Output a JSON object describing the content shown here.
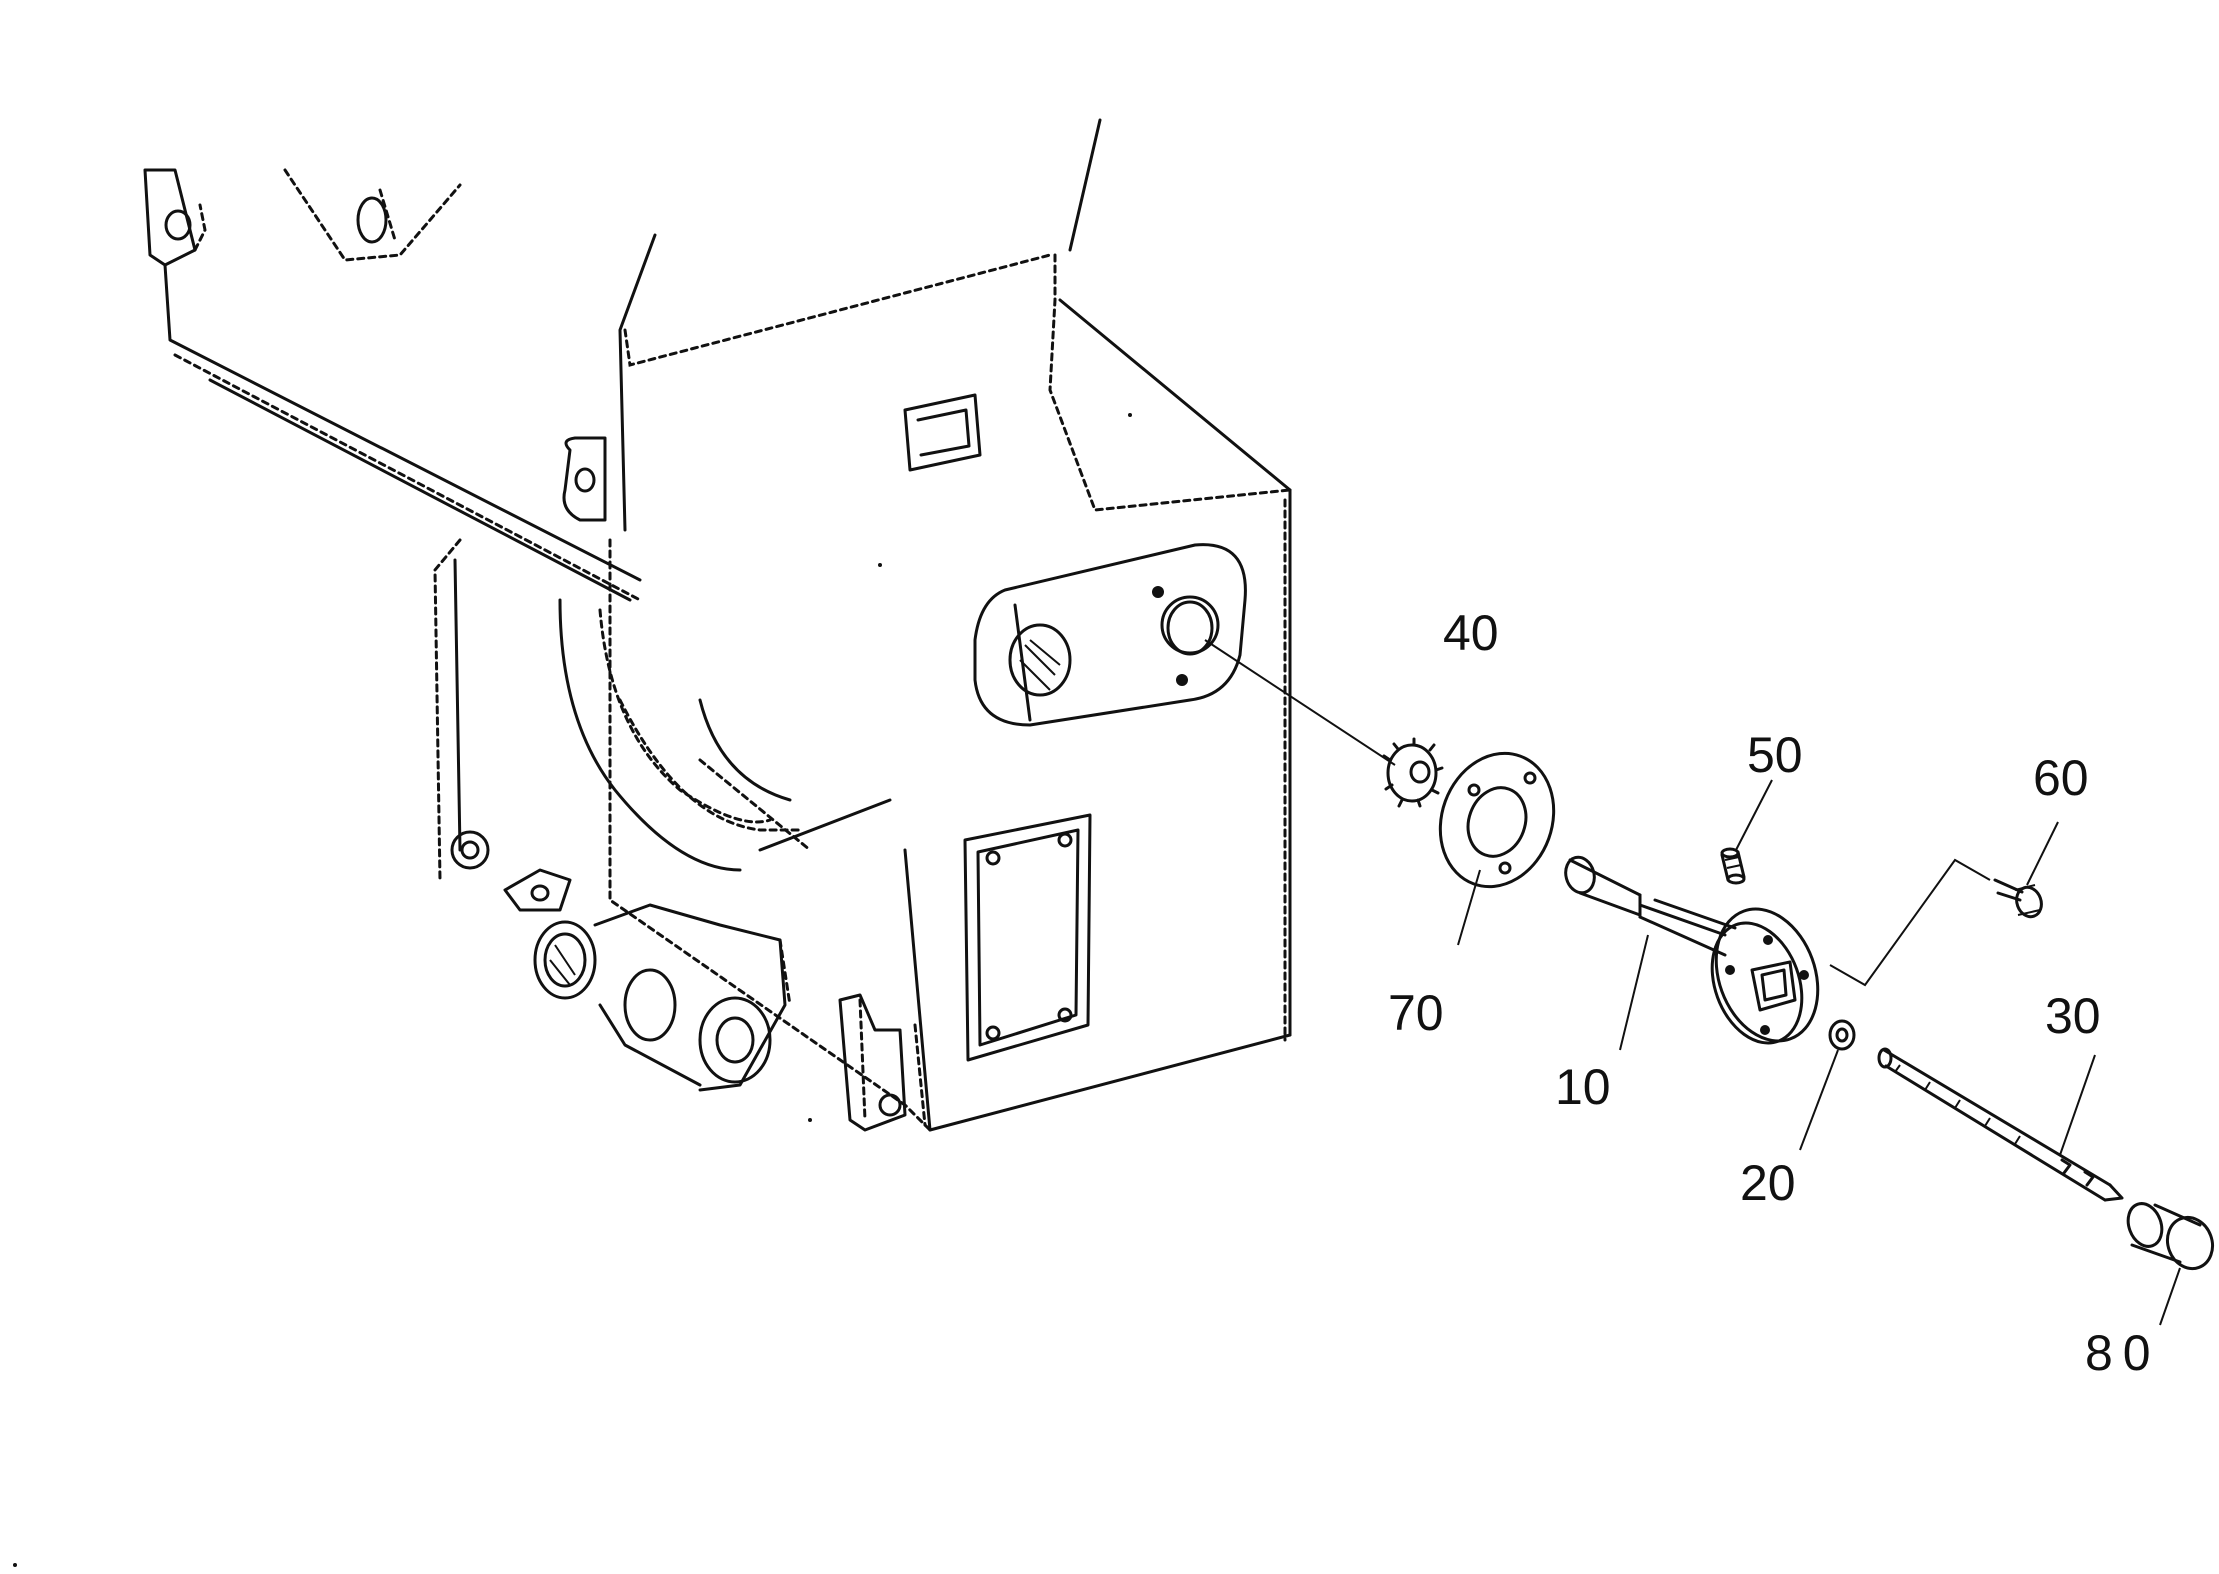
{
  "diagram": {
    "type": "exploded-parts-drawing",
    "callouts": [
      {
        "id": "c40",
        "label": "40"
      },
      {
        "id": "c50",
        "label": "50"
      },
      {
        "id": "c60",
        "label": "60"
      },
      {
        "id": "c70",
        "label": "70"
      },
      {
        "id": "c10",
        "label": "10"
      },
      {
        "id": "c30",
        "label": "30"
      },
      {
        "id": "c20",
        "label": "20"
      },
      {
        "id": "c80",
        "label": "80"
      }
    ]
  }
}
